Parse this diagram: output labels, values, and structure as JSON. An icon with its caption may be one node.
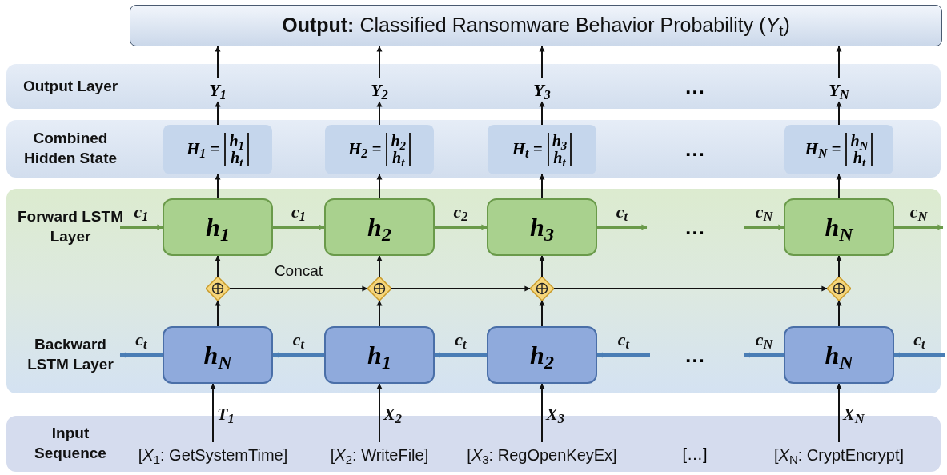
{
  "diagram": {
    "nodes": [
      {
        "text": [
          "**Output:** Classified Ransomware Behavior Probability (*Y*$_{t}$)"
        ]
      },
      {
        "text": [
          "Output Layer"
        ]
      },
      {
        "text": [
          "Y$_{1}$"
        ],
        "in": 1
      },
      {
        "text": [
          "Y$_{2}$"
        ],
        "in": 1
      },
      {
        "text": [
          "Y$_{3}$"
        ],
        "in": 1
      },
      {
        "text": [
          "Y$_{N}$"
        ],
        "in": 1
      },
      {
        "text": [
          "Combined Hidden State"
        ]
      },
      {
        "text": [
          "H$_{1}$ =",
          "h$_{1}$",
          "h$_{t}$"
        ],
        "in": 6
      },
      {
        "text": [
          "H$_{2}$ =",
          "h$_{2}$",
          "h$_{t}$"
        ],
        "in": 6
      },
      {
        "text": [
          "H$_{t}$ =",
          "h$_{3}$",
          "h$_{t}$"
        ],
        "in": 6
      },
      {
        "text": [
          "H$_{N}$ =",
          "h$_{N}$",
          "h$_{t}$"
        ],
        "in": 6
      },
      {
        "text": [
          "Forward LSTM Layer",
          "Backward LSTM Layer"
        ]
      },
      {
        "text": [
          "h$_{1}$"
        ],
        "in": 11
      },
      {
        "text": [
          "h$_{2}$"
        ],
        "in": 11
      },
      {
        "text": [
          "h$_{3}$"
        ],
        "in": 11
      },
      {
        "text": [
          "h$_{N}$"
        ],
        "in": 11
      },
      {
        "text": [],
        "shape": "diamond",
        "in": 11
      },
      {
        "text": [],
        "shape": "diamond",
        "in": 11
      },
      {
        "text": [],
        "shape": "diamond",
        "in": 11
      },
      {
        "text": [],
        "shape": "diamond",
        "in": 11
      },
      {
        "text": [
          "h$_{N}$"
        ],
        "in": 11
      },
      {
        "text": [
          "h$_{1}$"
        ],
        "in": 11
      },
      {
        "text": [
          "h$_{2}$"
        ],
        "in": 11
      },
      {
        "text": [
          "h$_{N}$"
        ],
        "in": 11
      },
      {
        "text": [
          "Input Sequence"
        ]
      },
      {
        "text": [
          "[*X*$_{1}$: GetSystemTime]"
        ],
        "in": 24
      },
      {
        "text": [
          "[*X*$_{2}$: WriteFile]"
        ],
        "in": 24
      },
      {
        "text": [
          "[*X*$_{3}$: RegOpenKeyEx]"
        ],
        "in": 24
      },
      {
        "text": [
          "[*X*$_{N}$: CryptEncrypt]"
        ],
        "in": 24
      }
    ],
    "edges": [
      {
        "from": 2,
        "to": 0,
        "arrow": "to"
      },
      {
        "from": 3,
        "to": 0,
        "arrow": "to"
      },
      {
        "from": 4,
        "to": 0,
        "arrow": "to"
      },
      {
        "from": 5,
        "to": 0,
        "arrow": "to"
      },
      {
        "from": 7,
        "to": 2,
        "arrow": "to"
      },
      {
        "from": 8,
        "to": 3,
        "arrow": "to"
      },
      {
        "from": 9,
        "to": 4,
        "arrow": "to"
      },
      {
        "from": 10,
        "to": 5,
        "arrow": "to"
      },
      {
        "from": 12,
        "to": 7,
        "arrow": "to"
      },
      {
        "from": 13,
        "to": 8,
        "arrow": "to"
      },
      {
        "from": 14,
        "to": 9,
        "arrow": "to"
      },
      {
        "from": 15,
        "to": 10,
        "arrow": "to"
      },
      {
        "from": 16,
        "to": 12,
        "arrow": "to"
      },
      {
        "from": 17,
        "to": 13,
        "arrow": "to"
      },
      {
        "from": 18,
        "to": 14,
        "arrow": "to"
      },
      {
        "from": 19,
        "to": 15,
        "arrow": "to"
      },
      {
        "from": 20,
        "to": 16,
        "arrow": "to"
      },
      {
        "from": 21,
        "to": 17,
        "arrow": "to"
      },
      {
        "from": 22,
        "to": 18,
        "arrow": "to"
      },
      {
        "from": 23,
        "to": 19,
        "arrow": "to"
      },
      {
        "from": 25,
        "to": 20,
        "arrow": "to",
        "label": "T$_{1}$"
      },
      {
        "from": 26,
        "to": 21,
        "arrow": "to",
        "label": "X$_{2}$"
      },
      {
        "from": 27,
        "to": 22,
        "arrow": "to",
        "label": "X$_{3}$"
      },
      {
        "from": 28,
        "to": 23,
        "arrow": "to",
        "label": "X$_{N}$"
      },
      {
        "from": 16,
        "to": 17,
        "arrow": "to",
        "label": "Concat"
      },
      {
        "from": 17,
        "to": 18,
        "arrow": "to"
      },
      {
        "from": 18,
        "to": 19,
        "arrow": "to"
      },
      {
        "from": null,
        "to": 12,
        "arrow": "to",
        "label": "c$_{1}$",
        "style": "thick",
        "color": "#6a9a4a"
      },
      {
        "from": 12,
        "to": 13,
        "arrow": "to",
        "label": "c$_{1}$",
        "style": "thick",
        "color": "#6a9a4a"
      },
      {
        "from": 13,
        "to": 14,
        "arrow": "to",
        "label": "c$_{2}$",
        "style": "thick",
        "color": "#6a9a4a"
      },
      {
        "from": 14,
        "to": null,
        "arrow": "to",
        "label": "c$_{t}$",
        "style": "thick",
        "color": "#6a9a4a"
      },
      {
        "from": null,
        "to": 15,
        "arrow": "to",
        "label": "c$_{N}$",
        "style": "thick",
        "color": "#6a9a4a"
      },
      {
        "from": 15,
        "to": null,
        "arrow": "to",
        "label": "c$_{N}$",
        "style": "thick",
        "color": "#6a9a4a"
      },
      {
        "from": 20,
        "to": null,
        "arrow": "to",
        "label": "c$_{t}$",
        "style": "thick",
        "color": "#4a7db5"
      },
      {
        "from": 21,
        "to": 20,
        "arrow": "to",
        "label": "c$_{t}$",
        "style": "thick",
        "color": "#4a7db5"
      },
      {
        "from": 22,
        "to": 21,
        "arrow": "to",
        "label": "c$_{t}$",
        "style": "thick",
        "color": "#4a7db5"
      },
      {
        "from": null,
        "to": 22,
        "arrow": "to",
        "label": "c$_{t}$",
        "style": "thick",
        "color": "#4a7db5"
      },
      {
        "from": 23,
        "to": null,
        "arrow": "to",
        "label": "c$_{N}$",
        "style": "thick",
        "color": "#4a7db5"
      },
      {
        "from": null,
        "to": 23,
        "arrow": "to",
        "label": "c$_{t}$",
        "style": "thick",
        "color": "#4a7db5"
      }
    ],
    "labels": [
      "…",
      "…",
      "…",
      "…",
      "[…]"
    ]
  }
}
